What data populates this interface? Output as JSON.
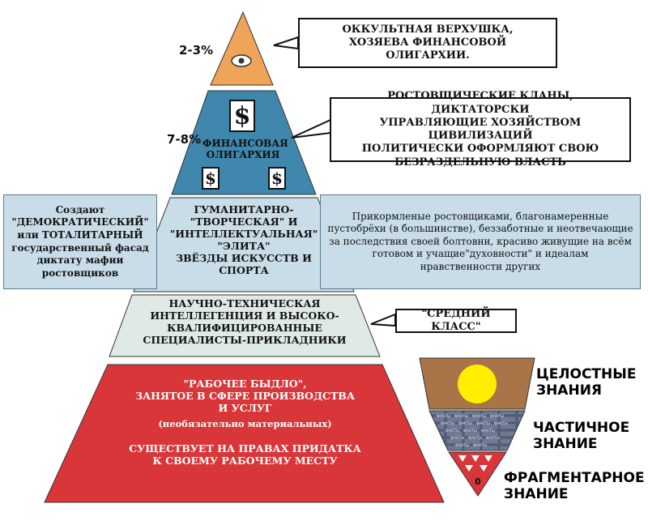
{
  "pyramid": {
    "top": {
      "percent": "2-3%",
      "callout": "ОККУЛЬТНАЯ ВЕРХУШКА,\nХОЗЯЕВА ФИНАНСОВОЙ ОЛИГАРХИИ."
    },
    "level2": {
      "percent": "7-8%",
      "label": "ФИНАНСОВАЯ\nОЛИГАРХИЯ",
      "dollar": "$",
      "callout": "РОСТОВЩИЧЕСКИЕ КЛАНЫ, ДИКТАТОРСКИ\nУПРАВЛЯЮЩИЕ ХОЗЯЙСТВОМ ЦИВИЛИЗАЦИЙ\nПОЛИТИЧЕСКИ ОФОРМЛЯЮТ СВОЮ\nБЕЗРАЗДЕЛЬНУЮ ВЛАСТЬ"
    },
    "level3": {
      "label": "ГУМАНИТАРНО-\n\"ТВОРЧЕСКАЯ\" И\n\"ИНТЕЛЛЕКТУАЛЬНАЯ\"\n\"ЭЛИТА\"\nЗВЁЗДЫ ИСКУССТВ И\nСПОРТА",
      "left_note": "Создают\n\"ДЕМОКРАТИЧЕСКИЙ\"\nили ТОТАЛИТАРНЫЙ\nгосударственный фасад\nдиктату мафии\nростовщиков",
      "right_note": "Прикормленые ростовщиками, благонамеренные\nпустобрёхи (в большинстве), беззаботные и неотвечающие\nза последствия своей болтовни, красиво живущие на всём\nготовом и учащие\"духовности\" и идеалам\nнравственности других"
    },
    "level4": {
      "label": "НАУЧНО-ТЕХНИЧЕСКАЯ\nИНТЕЛЛЕГЕНЦИЯ И ВЫСОКО-\nКВАЛИФИЦИРОВАННЫЕ\nСПЕЦИАЛИСТЫ-ПРИКЛАДНИКИ",
      "callout": "\"СРЕДНИЙ КЛАСС\""
    },
    "level5": {
      "label1": "\"РАБОЧЕЕ БЫДЛО\",\nЗАНЯТОЕ В СФЕРЕ ПРОИЗВОДСТВА\nИ УСЛУГ",
      "label2": "(необязательно материальных)",
      "label3": "СУЩЕСТВУЕТ НА ПРАВАХ ПРИДАТКА\nК СВОЕМУ РАБОЧЕМУ МЕСТУ"
    }
  },
  "legend": {
    "holistic": "ЦЕЛОСТНЫЕ\nЗНАНИЯ",
    "partial": "ЧАСТИЧНОЕ\nЗНАНИЕ",
    "fragmentary": "ФРАГМЕНТАРНОЕ\nЗНАНИЕ",
    "brick_text": "ФАКТЫ",
    "tip_digit": "0"
  },
  "colors": {
    "apex": "#f0a45a",
    "financial": "#3f87ad",
    "elite": "#c9dde8",
    "middle": "#dfeae5",
    "workers": "#d9363a",
    "sun": "#ffee00",
    "legend_bg": "#a87448",
    "bricks": "#5a6680"
  }
}
